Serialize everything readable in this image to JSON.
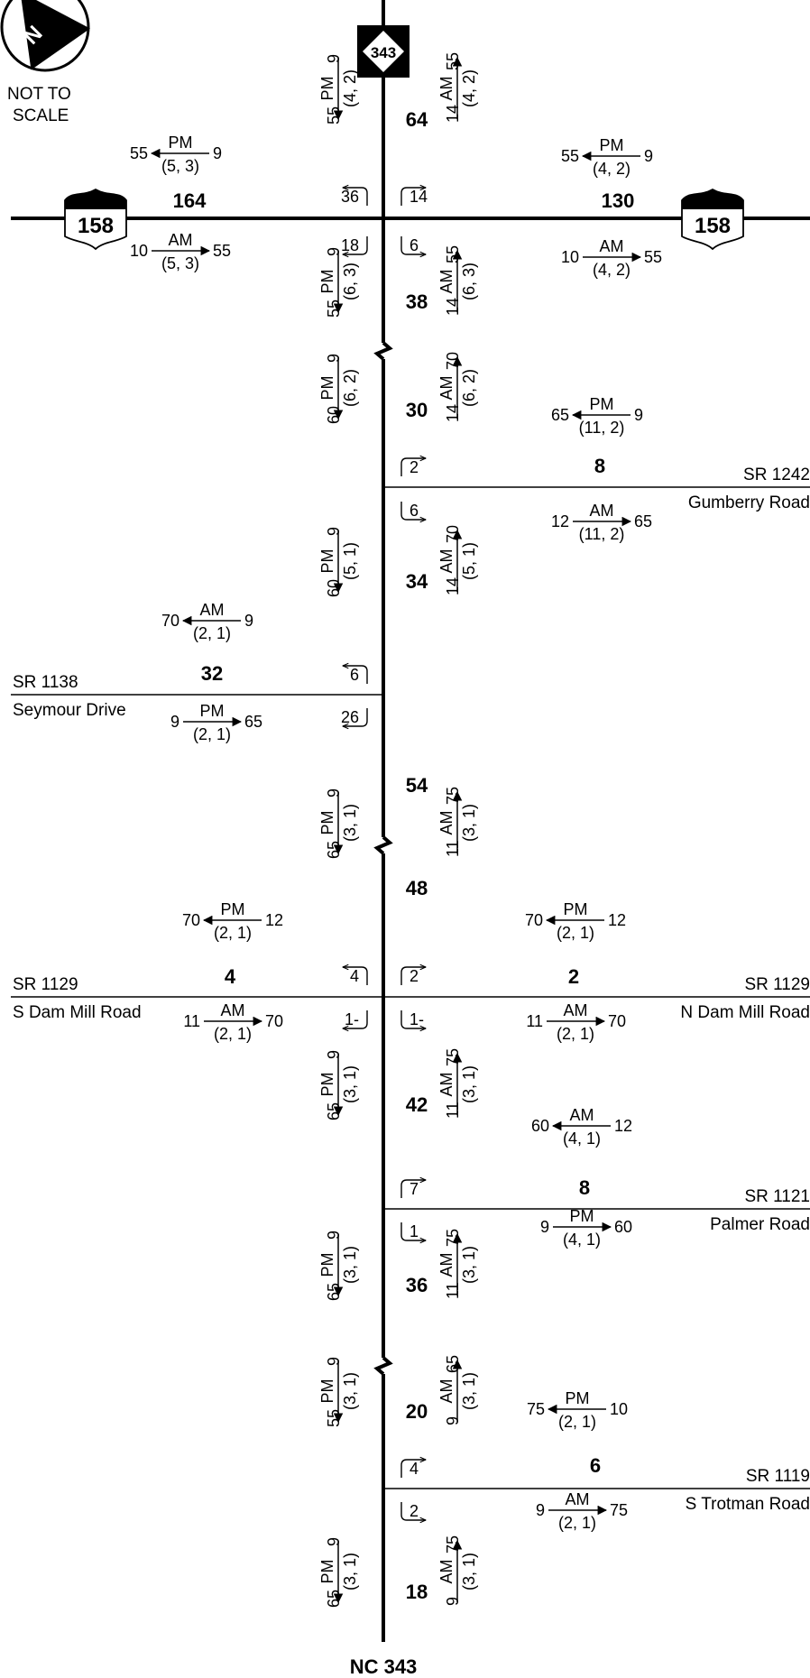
{
  "north_arrow": {
    "letter": "N"
  },
  "scale_note": {
    "line1": "NOT TO",
    "line2": "SCALE"
  },
  "route_shields": {
    "nc": "343",
    "us": "158"
  },
  "bottom_route_label": "NC 343",
  "segment_adts": {
    "us158_west": "164",
    "us158_east": "130",
    "n_nc343_north": "64",
    "n_nc343_a": "38",
    "n_nc343_b": "30",
    "n_nc343_c": "34",
    "n_nc343_d": "54",
    "n_nc343_e": "48",
    "n_nc343_f": "42",
    "n_nc343_g": "36",
    "n_nc343_h": "20",
    "n_nc343_south": "18",
    "gumberry": "8",
    "seymour": "32",
    "s_dam_mill": "4",
    "n_dam_mill": "2",
    "palmer": "8",
    "s_trotman": "6"
  },
  "turn_volumes": {
    "us158_nw": "36",
    "us158_ne": "14",
    "us158_sw": "18",
    "us158_se": "6",
    "gumberry_ne": "2",
    "gumberry_se": "6",
    "seymour_nw": "6",
    "seymour_sw": "26",
    "dammill_nw": "4",
    "dammill_ne": "2",
    "dammill_sw": "1-",
    "dammill_se": "1-",
    "palmer_ne": "7",
    "palmer_se": "1",
    "trotman_ne": "4",
    "trotman_se": "2"
  },
  "road_labels": {
    "gumberry_num": "SR 1242",
    "gumberry_name": "Gumberry Road",
    "seymour_num": "SR 1138",
    "seymour_name": "Seymour Drive",
    "sdam_num": "SR 1129",
    "sdam_name": "S Dam Mill Road",
    "ndam_num": "SR 1129",
    "ndam_name": "N Dam Mill Road",
    "palmer_num": "SR 1121",
    "palmer_name": "Palmer Road",
    "trotman_num": "SR 1119",
    "trotman_name": "S Trotman Road"
  },
  "v_indicators": [
    {
      "peak": "PM",
      "dir": "down",
      "k": "9",
      "dd": "(4, 2)",
      "pct": "55"
    },
    {
      "peak": "AM",
      "dir": "up",
      "k": "14",
      "dd": "(4, 2)",
      "pct": "55"
    },
    {
      "peak": "PM",
      "dir": "down",
      "k": "9",
      "dd": "(6, 3)",
      "pct": "55"
    },
    {
      "peak": "AM",
      "dir": "up",
      "k": "14",
      "dd": "(6, 3)",
      "pct": "55"
    },
    {
      "peak": "PM",
      "dir": "down",
      "k": "9",
      "dd": "(6, 2)",
      "pct": "60"
    },
    {
      "peak": "AM",
      "dir": "up",
      "k": "14",
      "dd": "(6, 2)",
      "pct": "70"
    },
    {
      "peak": "PM",
      "dir": "down",
      "k": "9",
      "dd": "(5, 1)",
      "pct": "60"
    },
    {
      "peak": "AM",
      "dir": "up",
      "k": "14",
      "dd": "(5, 1)",
      "pct": "70"
    },
    {
      "peak": "PM",
      "dir": "down",
      "k": "9",
      "dd": "(3, 1)",
      "pct": "65"
    },
    {
      "peak": "AM",
      "dir": "up",
      "k": "11",
      "dd": "(3, 1)",
      "pct": "75"
    },
    {
      "peak": "PM",
      "dir": "down",
      "k": "9",
      "dd": "(3, 1)",
      "pct": "65"
    },
    {
      "peak": "AM",
      "dir": "up",
      "k": "11",
      "dd": "(3, 1)",
      "pct": "75"
    },
    {
      "peak": "PM",
      "dir": "down",
      "k": "9",
      "dd": "(3, 1)",
      "pct": "65"
    },
    {
      "peak": "AM",
      "dir": "up",
      "k": "11",
      "dd": "(3, 1)",
      "pct": "75"
    },
    {
      "peak": "PM",
      "dir": "down",
      "k": "9",
      "dd": "(3, 1)",
      "pct": "55"
    },
    {
      "peak": "AM",
      "dir": "up",
      "k": "9",
      "dd": "(3, 1)",
      "pct": "65"
    },
    {
      "peak": "PM",
      "dir": "down",
      "k": "9",
      "dd": "(3, 1)",
      "pct": "65"
    },
    {
      "peak": "AM",
      "dir": "up",
      "k": "9",
      "dd": "(3, 1)",
      "pct": "75"
    }
  ],
  "h_indicators": [
    {
      "peak": "PM",
      "dir": "left",
      "left": "55",
      "right": "9",
      "dd": "(5, 3)"
    },
    {
      "peak": "AM",
      "dir": "right",
      "left": "10",
      "right": "55",
      "dd": "(5, 3)"
    },
    {
      "peak": "PM",
      "dir": "left",
      "left": "55",
      "right": "9",
      "dd": "(4, 2)"
    },
    {
      "peak": "AM",
      "dir": "right",
      "left": "10",
      "right": "55",
      "dd": "(4, 2)"
    },
    {
      "peak": "PM",
      "dir": "left",
      "left": "65",
      "right": "9",
      "dd": "(11, 2)"
    },
    {
      "peak": "AM",
      "dir": "right",
      "left": "12",
      "right": "65",
      "dd": "(11, 2)"
    },
    {
      "peak": "AM",
      "dir": "left",
      "left": "70",
      "right": "9",
      "dd": "(2, 1)"
    },
    {
      "peak": "PM",
      "dir": "right",
      "left": "9",
      "right": "65",
      "dd": "(2, 1)"
    },
    {
      "peak": "PM",
      "dir": "left",
      "left": "70",
      "right": "12",
      "dd": "(2, 1)"
    },
    {
      "peak": "AM",
      "dir": "right",
      "left": "11",
      "right": "70",
      "dd": "(2, 1)"
    },
    {
      "peak": "PM",
      "dir": "left",
      "left": "70",
      "right": "12",
      "dd": "(2, 1)"
    },
    {
      "peak": "AM",
      "dir": "right",
      "left": "11",
      "right": "70",
      "dd": "(2, 1)"
    },
    {
      "peak": "AM",
      "dir": "left",
      "left": "60",
      "right": "12",
      "dd": "(4, 1)"
    },
    {
      "peak": "PM",
      "dir": "right",
      "left": "9",
      "right": "60",
      "dd": "(4, 1)"
    },
    {
      "peak": "PM",
      "dir": "left",
      "left": "75",
      "right": "10",
      "dd": "(2, 1)"
    },
    {
      "peak": "AM",
      "dir": "right",
      "left": "9",
      "right": "75",
      "dd": "(2, 1)"
    }
  ]
}
